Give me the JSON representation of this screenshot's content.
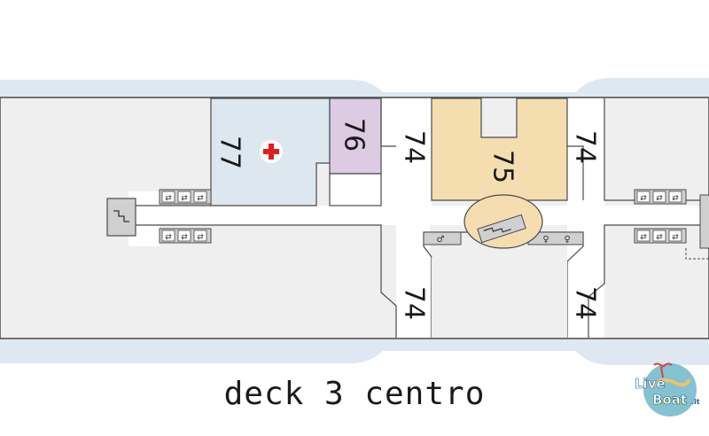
{
  "caption": "deck 3 centro",
  "rooms": {
    "r77": "77",
    "r76": "76",
    "r75": "75",
    "r74_top_left": "74",
    "r74_top_right": "74",
    "r74_bottom_left": "74",
    "r74_bottom_right": "74"
  },
  "logo": {
    "word1": "Live",
    "word2": "Boat",
    "suffix": ".it"
  },
  "colors": {
    "water": "#dde8f2",
    "hull": "#efefef",
    "medical": "#dde7ef",
    "room76": "#dccbe3",
    "room75": "#f4deb0",
    "elevator": "#d0d0d0",
    "red_cross": "#e01e1e"
  },
  "icons": [
    "medical-cross-icon",
    "stairs-icon",
    "elevator-icon",
    "restroom-icon"
  ]
}
